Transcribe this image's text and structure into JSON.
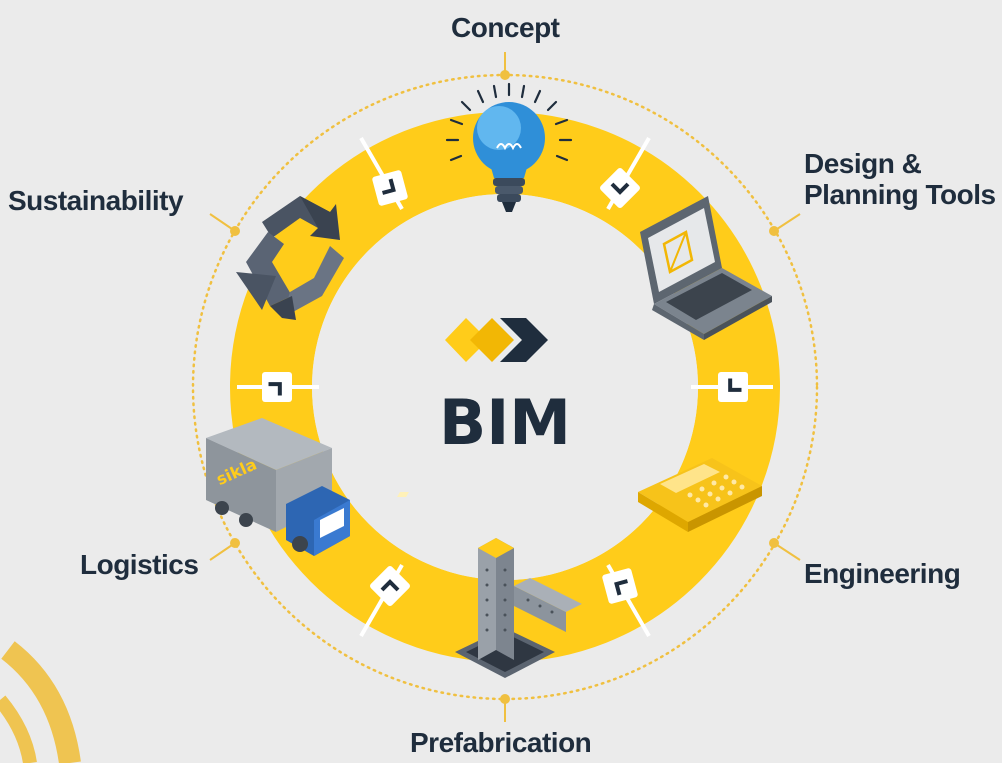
{
  "center": {
    "label": "BIM"
  },
  "stages": {
    "concept": "Concept",
    "design_line1": "Design &",
    "design_line2": "Planning Tools",
    "engineering": "Engineering",
    "prefabrication": "Prefabrication",
    "logistics": "Logistics",
    "sustainability": "Sustainability"
  },
  "truck": {
    "brand": "sikla"
  },
  "colors": {
    "background": "#ebebeb",
    "ring": "#ffcc1a",
    "dark": "#1f2d3d",
    "dotted_ring": "#f0c040"
  },
  "icons": [
    "lightbulb-icon",
    "laptop-icon",
    "calculator-icon",
    "steel-profile-icon",
    "truck-icon",
    "recycle-icon",
    "bim-logo-icon"
  ]
}
